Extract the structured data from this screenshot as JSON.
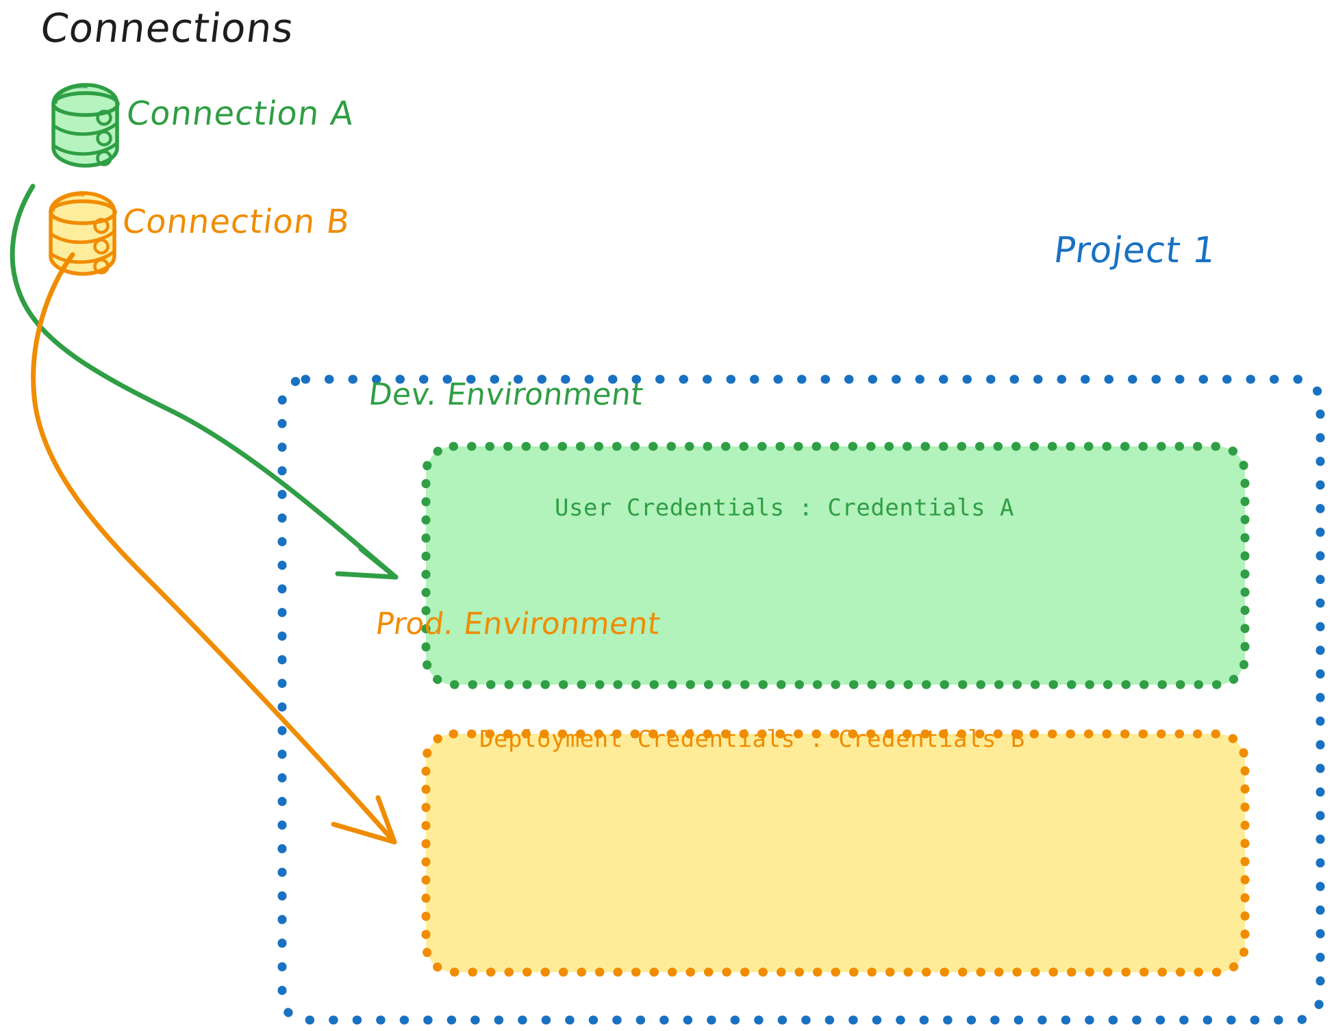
{
  "diagram": {
    "title": "Connections",
    "project": {
      "label": "Project 1",
      "color": "#1971c2"
    },
    "connections": [
      {
        "id": "connection-a",
        "label": "Connection A",
        "color": "#2f9e44",
        "fill": "#b2f2bb",
        "icon": "database-icon"
      },
      {
        "id": "connection-b",
        "label": "Connection B",
        "color": "#f08c00",
        "fill": "#ffec99",
        "icon": "database-icon"
      }
    ],
    "environments": [
      {
        "id": "dev-environment",
        "title": "Dev. Environment",
        "credentials": "User Credentials : Credentials A",
        "stroke": "#2f9e44",
        "fill": "#b2f2bb"
      },
      {
        "id": "prod-environment",
        "title": "Prod. Environment",
        "credentials": "Deployment Credentials : Credentials B",
        "stroke": "#f08c00",
        "fill": "#ffec99"
      }
    ],
    "arrows": [
      {
        "id": "arrow-connection-a-to-dev",
        "from": "connection-a",
        "to": "dev-environment",
        "color": "#2f9e44"
      },
      {
        "id": "arrow-connection-b-to-prod",
        "from": "connection-b",
        "to": "prod-environment",
        "color": "#f08c00"
      }
    ],
    "colors": {
      "green_stroke": "#2f9e44",
      "green_fill": "#b2f2bb",
      "orange_stroke": "#f08c00",
      "orange_fill": "#ffec99",
      "blue_stroke": "#1971c2",
      "text_dark": "#1e1e1e",
      "background": "#ffffff"
    }
  }
}
